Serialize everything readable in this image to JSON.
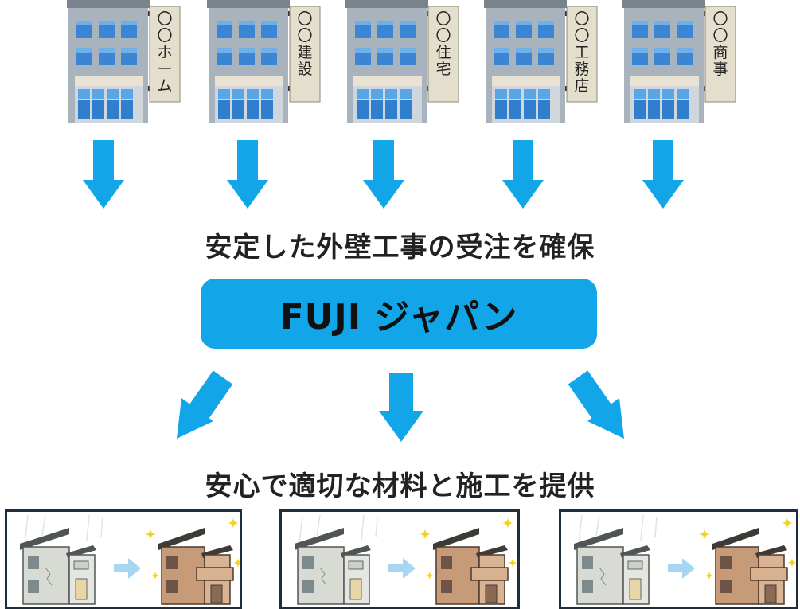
{
  "buildings": [
    {
      "sign": [
        "〇",
        "〇",
        "ホ",
        "ー",
        "ム"
      ]
    },
    {
      "sign": [
        "〇",
        "〇",
        "建",
        "設"
      ]
    },
    {
      "sign": [
        "〇",
        "〇",
        "住",
        "宅"
      ]
    },
    {
      "sign": [
        "〇",
        "〇",
        "工",
        "務",
        "店"
      ]
    },
    {
      "sign": [
        "〇",
        "〇",
        "商",
        "事"
      ]
    }
  ],
  "heading_top": "安定した外壁工事の受注を確保",
  "company_name": "FUJI ジャパン",
  "heading_bottom": "安心で適切な材料と施工を提供",
  "colors": {
    "arrow": "#12a6e8",
    "pill": "#12a6e8",
    "panel_border": "#1f2d3d",
    "building_wall": "#a9b3bd",
    "window": "#3a86d4",
    "sign_board": "#e3dfcc",
    "house_old": "#d7dbd3",
    "house_new": "#c89b78",
    "sparkle": "#f5d31c"
  },
  "icons": {
    "top_arrow": "arrow-down-icon",
    "before_after_arrow": "arrow-right-icon",
    "sparkle": "sparkle-icon"
  }
}
